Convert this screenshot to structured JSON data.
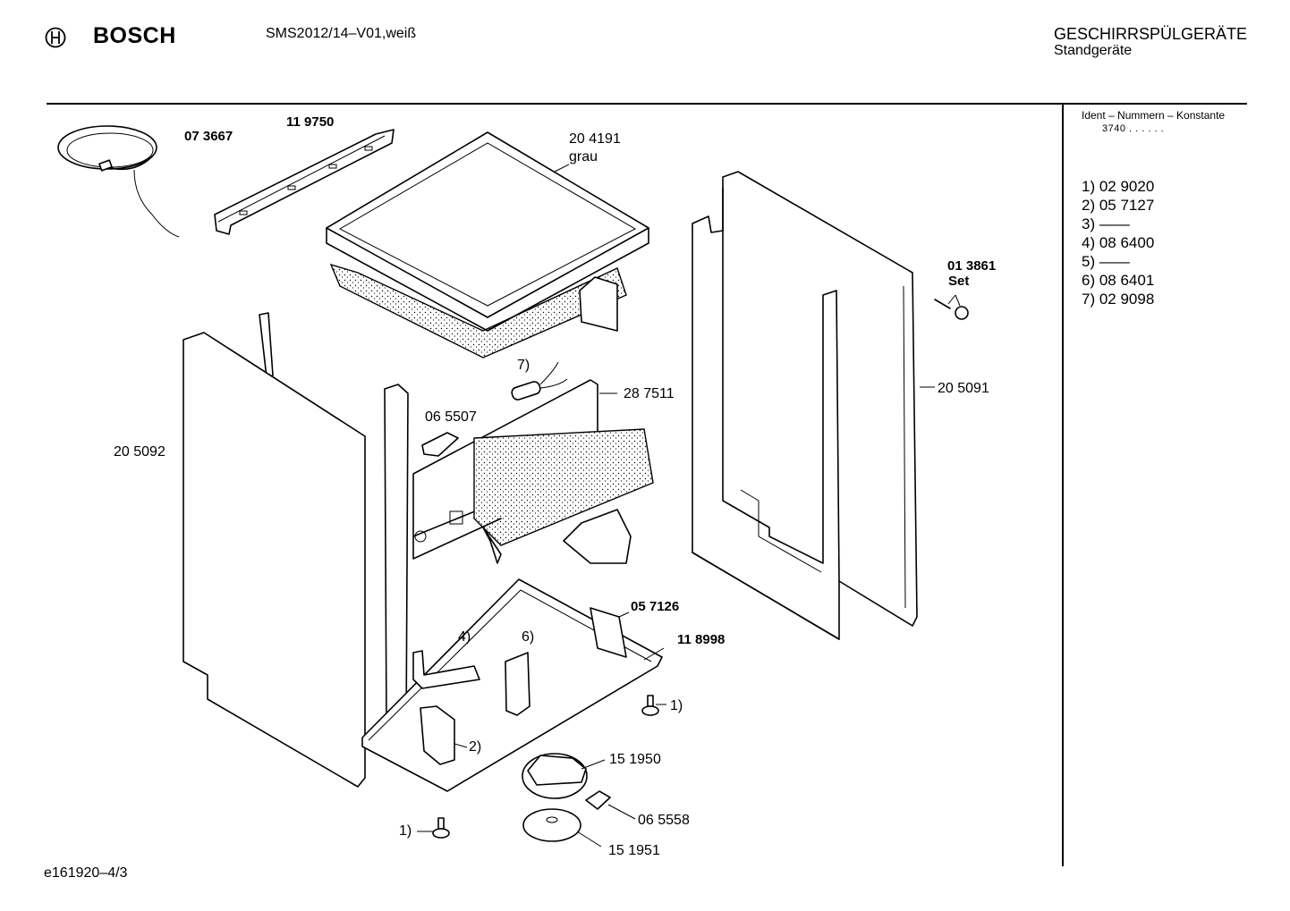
{
  "header": {
    "brand": "BOSCH",
    "model": "SMS2012/14–V01,weiß",
    "category": "GESCHIRRSPÜLGERÄTE",
    "subcategory": "Standgeräte"
  },
  "sidebar": {
    "ident_label": "Ident – Nummern – Konstante",
    "ident_value": "3740 . . . . . .",
    "parts": [
      "1) 02 9020",
      "2) 05 7127",
      "3) ——",
      "4) 08 6400",
      "5) ——",
      "6) 08 6401",
      "7) 02 9098"
    ]
  },
  "diagram": {
    "labels": {
      "power_cord": "07 3667",
      "rail": "11 9750",
      "worktop": "20 4191",
      "worktop_color": "grau",
      "side_panel_right": "20 5091",
      "screw_set": "01 3861",
      "screw_set_suffix": "Set",
      "crossbar": "28 7511",
      "capacitor": "7)",
      "lock": "06 5507",
      "side_panel_left": "20 5092",
      "bracket_top": "05 7126",
      "base_plate": "11 8998",
      "bracket_4": "4)",
      "bracket_6": "6)",
      "foot_right": "1)",
      "bracket_2": "2)",
      "pump": "15 1950",
      "clip": "06 5558",
      "disc": "15 1951",
      "foot_left": "1)"
    }
  },
  "footer": {
    "code": "e161920–4/3"
  },
  "colors": {
    "ink": "#000000",
    "paper": "#ffffff"
  }
}
